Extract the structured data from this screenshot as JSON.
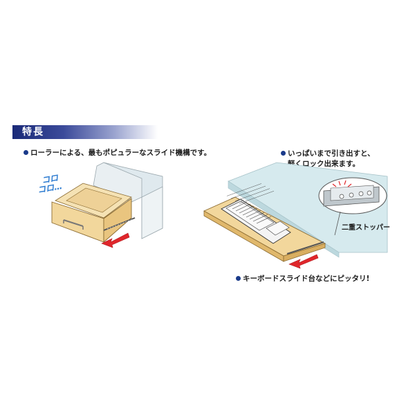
{
  "section": {
    "title": "特長"
  },
  "features": {
    "roller": "ローラーによる、最もポピュラーなスライド機構です。",
    "pull_line1": "いっぱいまで引き出すと、",
    "pull_line2": "軽くロック出来ます。",
    "keyboard": "キーボードスライド台などにピッタリ!"
  },
  "illustration": {
    "sound_line1": "コロ",
    "sound_line2": "コロ…",
    "stopper_label": "二重ストッパー"
  },
  "colors": {
    "header_band": "#1a2a78",
    "bullet": "#1a3a8a",
    "arrow": "#e0262b",
    "wood": "#f2d79c",
    "glass": "#cfe6ea"
  }
}
